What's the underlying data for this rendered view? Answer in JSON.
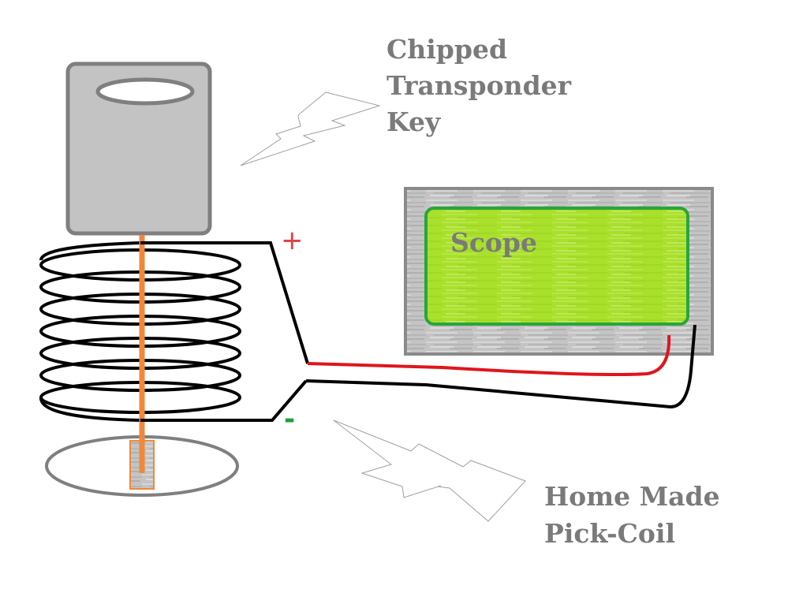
{
  "diagram": {
    "title_key": [
      "Chipped",
      "Transponder",
      "Key"
    ],
    "title_coil": [
      "Home Made",
      "Pick-Coil"
    ],
    "scope_label": "Scope",
    "plus_label": "+",
    "minus_label": "-",
    "coil_turns": 7
  },
  "colors": {
    "label_text": "#7a7a7a",
    "key_fill": "#c3c3c3",
    "key_outline": "#7f7f7f",
    "coil_wire": "#000000",
    "core_rod": "#f0883c",
    "positive_wire": "#e0151c",
    "positive_sign": "#e04040",
    "negative_sign": "#1f9e3c",
    "scope_case": "#c8c8c8",
    "scope_screen": "#a8e02a",
    "scope_screen_border": "#2aa53a"
  }
}
